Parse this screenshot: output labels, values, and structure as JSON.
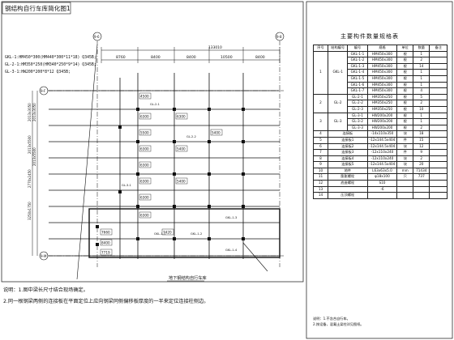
{
  "title": "钢结构自行车库简化图1",
  "legend": [
    "GKL-1:HM450*300(HM440*300*11*18)   Q345B;",
    "GL-2-1:HM350*250(HM340*250*9*14)   Q345B;",
    "GL-3-1:HW200*200*8*12   Q345B;"
  ],
  "grid_top": [
    "9-6",
    "9-8"
  ],
  "grid_left": [
    "9-F",
    "9-M"
  ],
  "top_dims": [
    "8760",
    "8400",
    "8400",
    "10500",
    "8400"
  ],
  "top_total": "133010",
  "left_dims": [
    "2013x3050",
    "2013x5500",
    "2770x2450",
    "3250x1750",
    "2013x3050",
    "2013x5500"
  ],
  "row_dims": [
    "4500",
    "6300",
    "5500",
    "6300",
    "6300",
    "6300",
    "6300",
    "6300",
    "6300",
    "5400",
    "5400",
    "5400",
    "7660",
    "8400",
    "7719",
    "7420"
  ],
  "beam_labels": [
    "GL-2-1",
    "GL-2-2",
    "GKL-1-1",
    "GKL-1-2",
    "GKL-1-3",
    "GKL-1-4",
    "GL-3-1"
  ],
  "plan_title": "地下钢结构自行车库",
  "notes": [
    "说明：1.图中梁长尺寸结合现场确定。",
    "2.同一根钢梁两侧的连接板在平面定位上应向钢梁同侧偏移板厚度的一半来定位连接柱侧边。"
  ],
  "table": {
    "title": "主要构件数量规格表",
    "headers": [
      "序号",
      "结构编号",
      "编号",
      "规格",
      "单位",
      "数量",
      "备注"
    ],
    "groups": [
      {
        "no": "1",
        "name": "GKL-1",
        "rows": [
          [
            "GKL-1-1",
            "HM450x300",
            "根",
            "1"
          ],
          [
            "GKL-1-2",
            "HM450x300",
            "根",
            "2"
          ],
          [
            "GKL-1-3",
            "HM450x300",
            "根",
            "14"
          ],
          [
            "GKL-1-4",
            "HM450x300",
            "根",
            "1"
          ],
          [
            "GKL-1-5",
            "HM450x300",
            "根",
            "1"
          ],
          [
            "GKL-1-6",
            "HM450x300",
            "根",
            "1"
          ],
          [
            "GKL-1-7",
            "HM450x300",
            "根",
            "4"
          ]
        ]
      },
      {
        "no": "2",
        "name": "GL-2",
        "rows": [
          [
            "GL-2-1",
            "HM350x250",
            "根",
            "5"
          ],
          [
            "GL-2-2",
            "HM350x250",
            "根",
            "2"
          ],
          [
            "GL-2-3",
            "HM350x250",
            "根",
            "10"
          ]
        ]
      },
      {
        "no": "3",
        "name": "GL-3",
        "rows": [
          [
            "GL-3-1",
            "HW200x200",
            "根",
            "1"
          ],
          [
            "GL-3-2",
            "HW200x200",
            "根",
            "1"
          ],
          [
            "GL-3-3",
            "HW200x200",
            "根",
            "2"
          ]
        ]
      }
    ],
    "single_rows": [
      [
        "4",
        "连接板",
        "-14x110x350",
        "块",
        "18"
      ],
      [
        "5",
        "连接板1",
        "-12x144.5x404",
        "件",
        "15"
      ],
      [
        "6",
        "连接板2",
        "-12x144.5x404",
        "块",
        "12"
      ],
      [
        "7",
        "连接板3",
        "-12x110x240",
        "件",
        "9"
      ],
      [
        "8",
        "连接板4",
        "-12x110x240",
        "块",
        "2"
      ],
      [
        "9",
        "连接板5",
        "-12x144.5x404",
        "块",
        "20"
      ],
      [
        "10",
        "地件",
        "L63x63x5.0",
        "mm",
        "71434"
      ],
      [
        "11",
        "膨胀螺栓",
        "φ18x100",
        "只",
        "737"
      ],
      [
        "12",
        "底座螺栓",
        "S10",
        "",
        ""
      ],
      [
        "13",
        "",
        "-6",
        "",
        ""
      ],
      [
        "14",
        "压顶螺栓",
        "",
        "",
        ""
      ]
    ],
    "footer": [
      "说明：1.不含合自行车。",
      "2.按设备，混凝土梁柱详见图纸。"
    ]
  }
}
